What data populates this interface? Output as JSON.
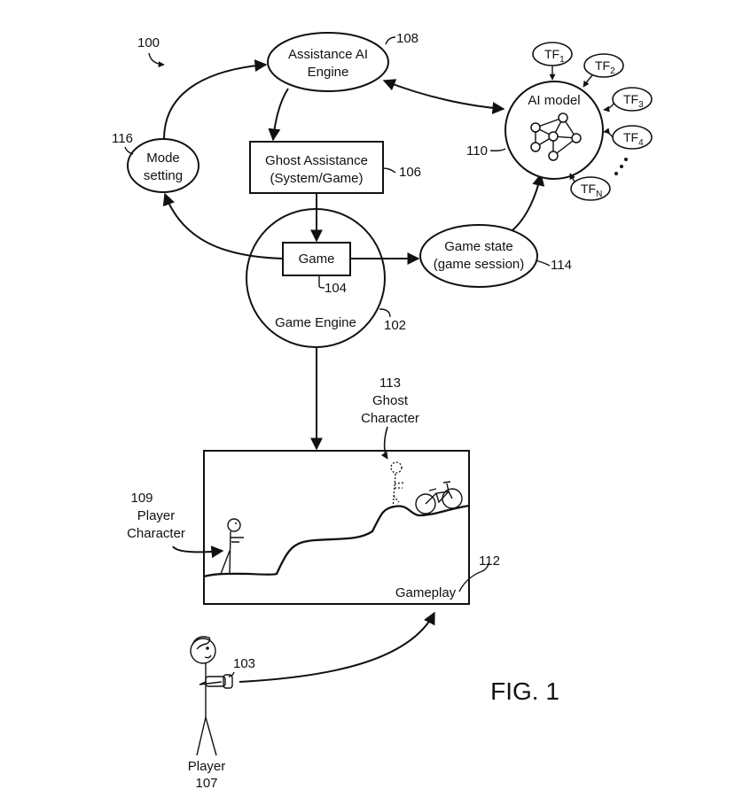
{
  "figure": {
    "caption": "FIG. 1",
    "ref_overall": "100"
  },
  "nodes": {
    "assistance_ai_engine": {
      "line1": "Assistance AI",
      "line2": "Engine",
      "ref": "108"
    },
    "ghost_assistance": {
      "line1": "Ghost Assistance",
      "line2": "(System/Game)",
      "ref": "106"
    },
    "mode_setting": {
      "line1": "Mode",
      "line2": "setting",
      "ref": "116"
    },
    "game": {
      "label": "Game",
      "ref": "104"
    },
    "game_engine": {
      "label": "Game Engine",
      "ref": "102"
    },
    "game_state": {
      "line1": "Game state",
      "line2": "(game session)",
      "ref": "114"
    },
    "ai_model": {
      "label": "AI model",
      "ref": "110"
    },
    "gameplay": {
      "label": "Gameplay",
      "ref": "112"
    }
  },
  "training_features": [
    {
      "base": "TF",
      "sub": "1"
    },
    {
      "base": "TF",
      "sub": "2"
    },
    {
      "base": "TF",
      "sub": "3"
    },
    {
      "base": "TF",
      "sub": "4"
    },
    {
      "base": "TF",
      "sub": "N"
    }
  ],
  "characters": {
    "ghost": {
      "ref": "113",
      "line1": "Ghost",
      "line2": "Character"
    },
    "player_character": {
      "ref": "109",
      "line1": "Player",
      "line2": "Character"
    },
    "player": {
      "label": "Player",
      "ref": "107"
    },
    "controller": {
      "ref": "103"
    }
  }
}
